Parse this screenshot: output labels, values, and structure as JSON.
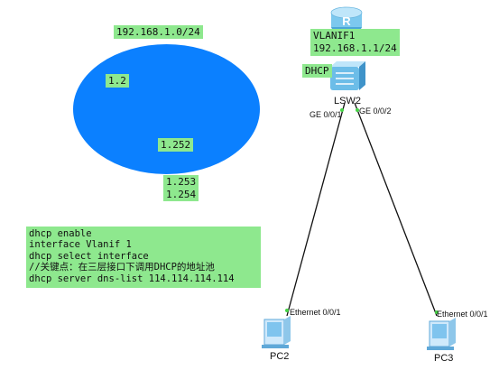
{
  "pool": {
    "network": "192.168.1.0/24",
    "addr_a": "1.2",
    "addr_b": "1.252",
    "addr_c": "1.253",
    "addr_d": "1.254"
  },
  "router": {
    "glyph": "R",
    "interface_name": "VLANIF1",
    "interface_ip": "192.168.1.1/24"
  },
  "switch": {
    "role_tag": "DHCP",
    "name": "LSW2",
    "port_left": "GE 0/0/1",
    "port_right": "GE 0/0/2"
  },
  "pcs": [
    {
      "name": "PC2",
      "port": "Ethernet 0/0/1"
    },
    {
      "name": "PC3",
      "port": "Ethernet 0/0/1"
    }
  ],
  "config_lines": [
    "dhcp enable",
    "interface Vlanif 1",
    "dhcp select interface",
    "//关键点：在三层接口下调用DHCP的地址池",
    "dhcp server dns-list 114.114.114.114"
  ],
  "colors": {
    "note_bg": "#8ee88e",
    "pool_fill": "#0b80ff",
    "link_line": "#111111",
    "port_dot": "#44d444"
  },
  "icons": {
    "router": "router-icon",
    "switch": "l3-switch-icon",
    "pc": "pc-icon"
  }
}
